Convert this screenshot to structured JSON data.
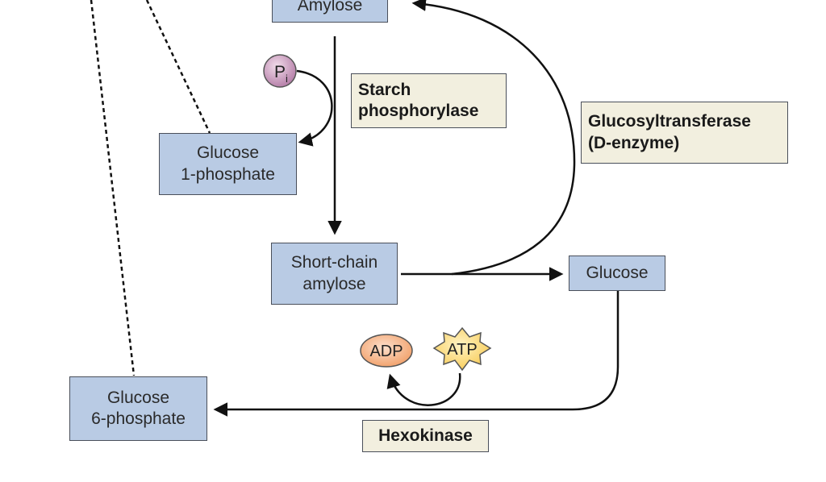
{
  "nodes": {
    "amylose": "Amylose",
    "glucose_1_phosphate": [
      "Glucose",
      "1-phosphate"
    ],
    "short_chain_amylose": [
      "Short-chain",
      "amylose"
    ],
    "glucose": "Glucose",
    "glucose_6_phosphate": [
      "Glucose",
      "6-phosphate"
    ]
  },
  "enzymes": {
    "starch_phosphorylase": [
      "Starch",
      "phosphorylase"
    ],
    "glucosyltransferase": [
      "Glucosyltransferase",
      "(D-enzyme)"
    ],
    "hexokinase": "Hexokinase"
  },
  "cofactors": {
    "pi_main": "P",
    "pi_sub": "i",
    "adp": "ADP",
    "atp": "ATP"
  },
  "colors": {
    "box_fill": "#b9cbe4",
    "enzyme_fill": "#f2efdf",
    "adp_fill": "#f6b48c",
    "atp_fill": "#fbd97a",
    "pi_fill": "#c99ac0",
    "line": "#111111"
  }
}
